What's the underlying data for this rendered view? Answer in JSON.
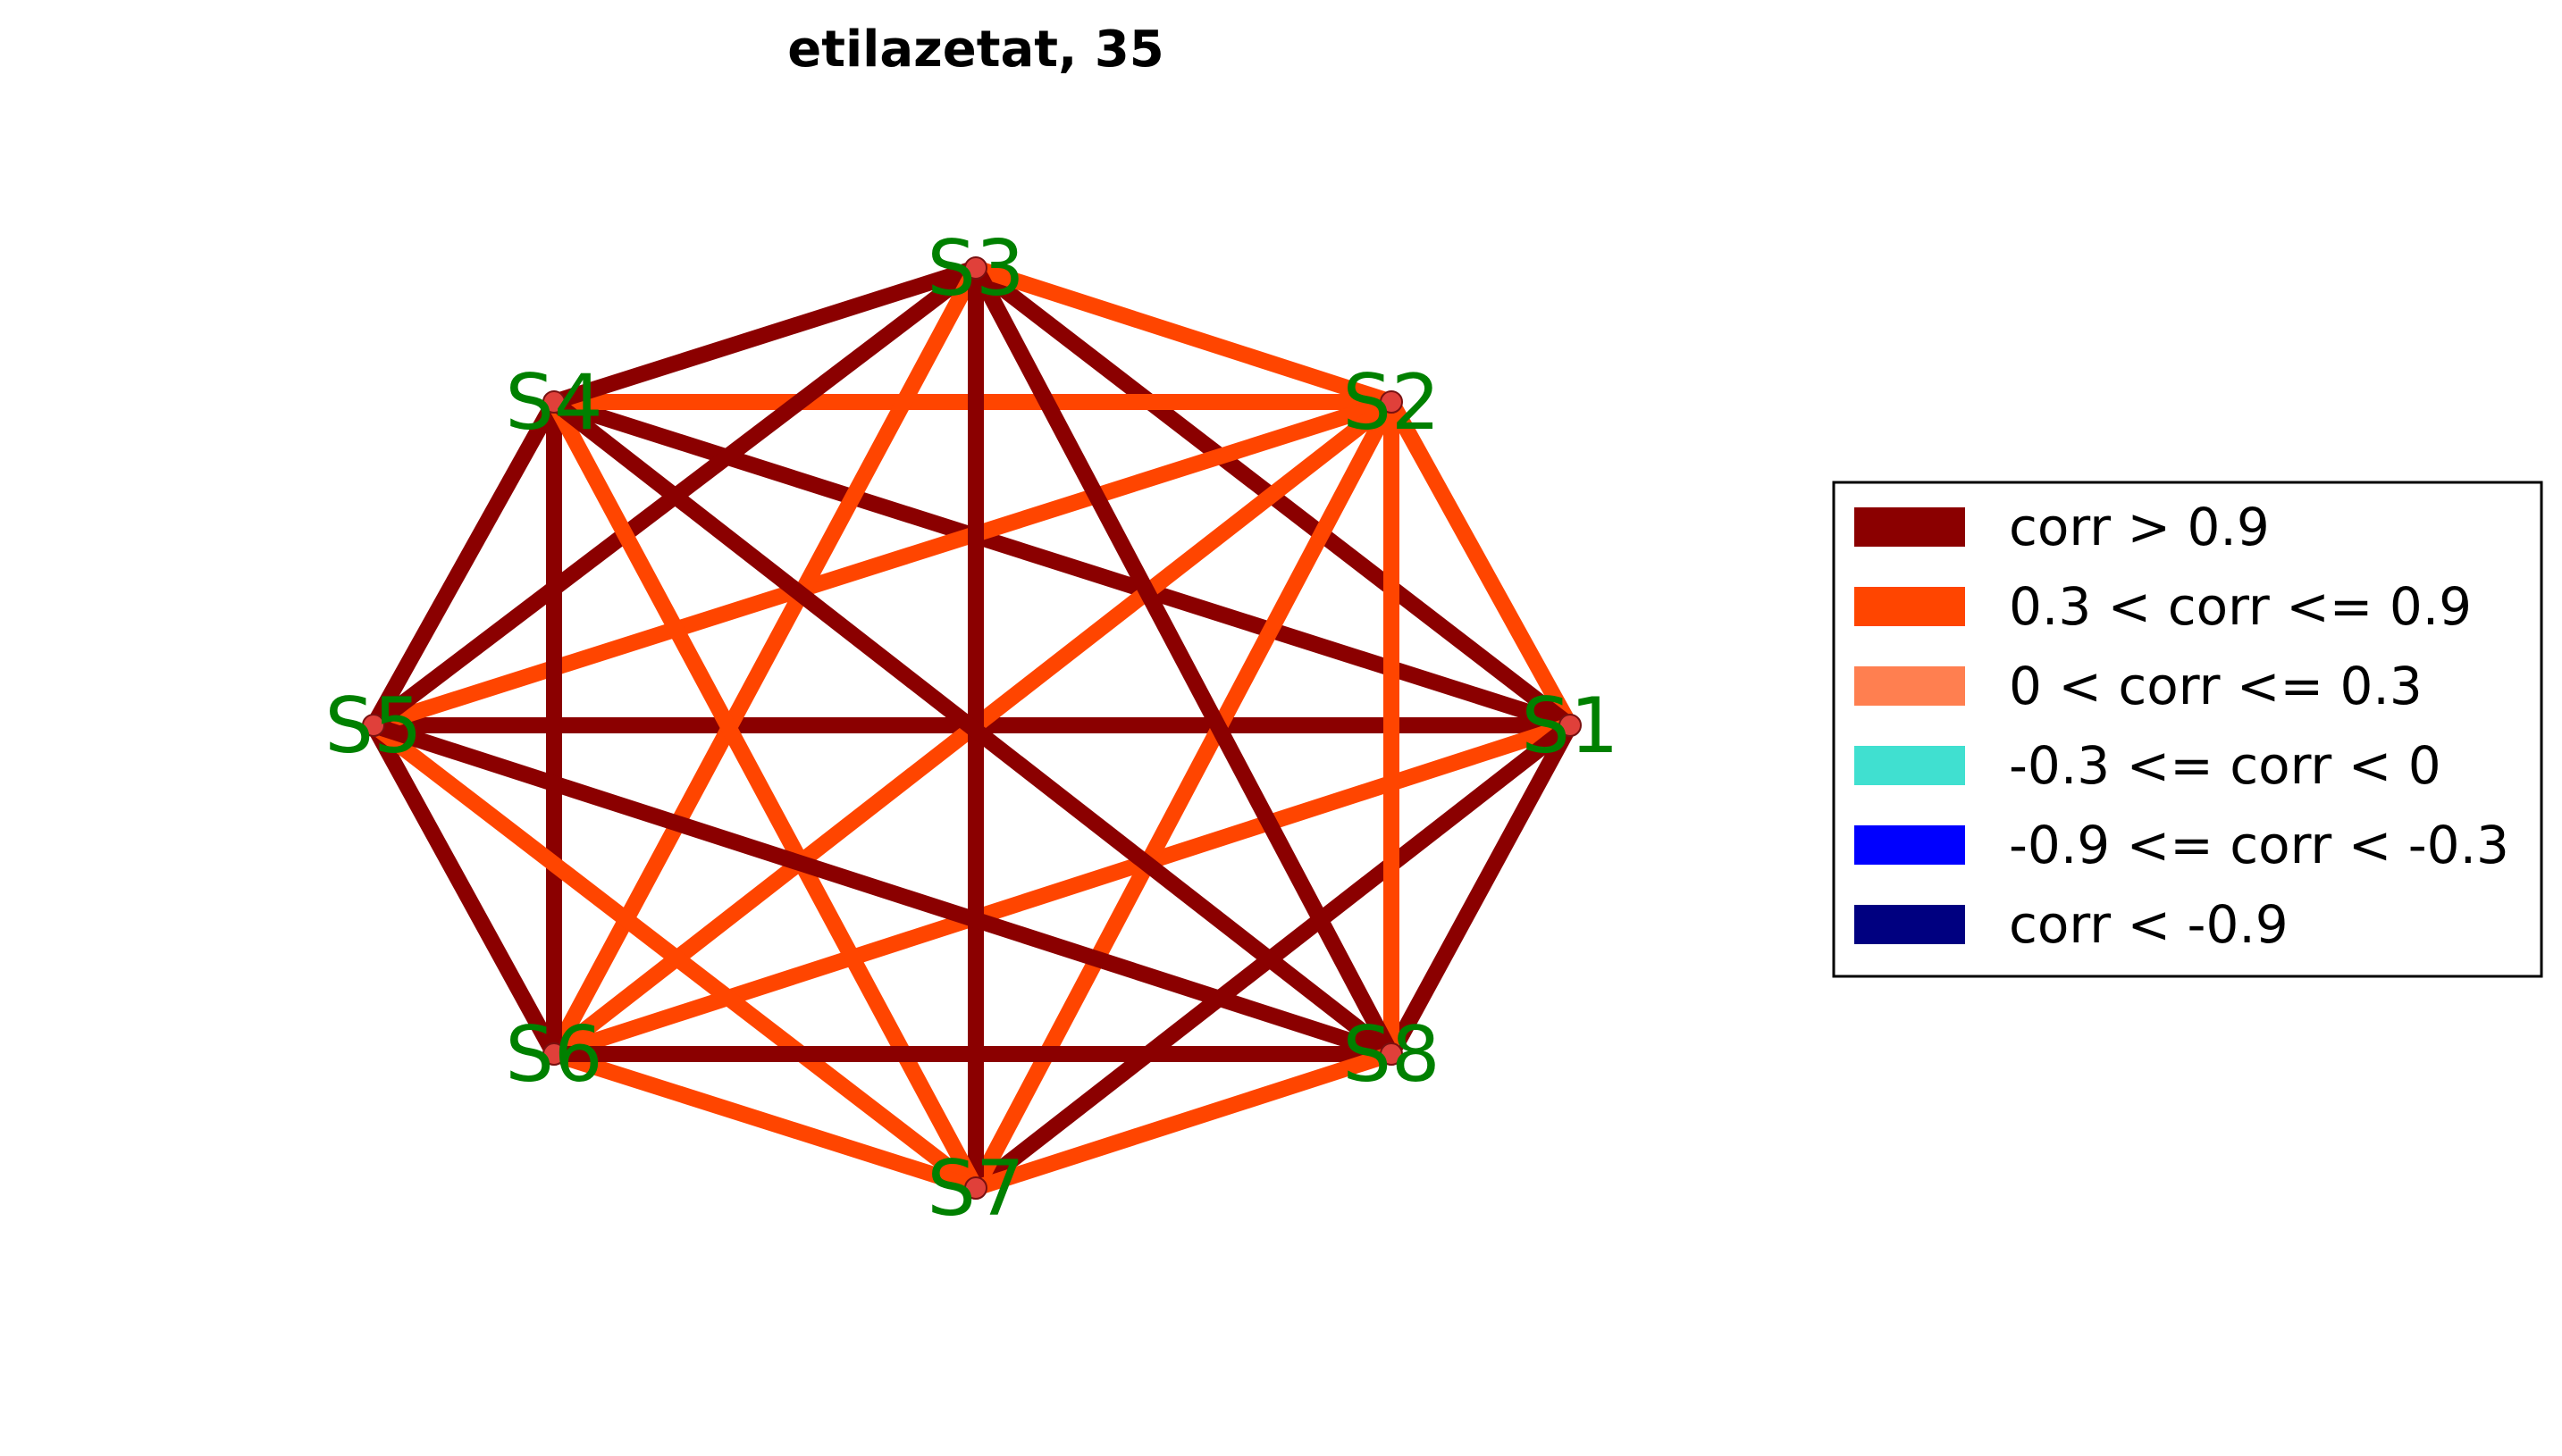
{
  "title": "etilazetat, 35",
  "nodes": [
    {
      "id": "S1",
      "label": "S1"
    },
    {
      "id": "S2",
      "label": "S2"
    },
    {
      "id": "S3",
      "label": "S3"
    },
    {
      "id": "S4",
      "label": "S4"
    },
    {
      "id": "S5",
      "label": "S5"
    },
    {
      "id": "S6",
      "label": "S6"
    },
    {
      "id": "S7",
      "label": "S7"
    },
    {
      "id": "S8",
      "label": "S8"
    }
  ],
  "colors": {
    "strong_pos": "#8b0000",
    "mid_pos": "#ff4500",
    "weak_pos": "#ff7f50",
    "weak_neg": "#40e0d0",
    "mid_neg": "#0000ff",
    "strong_neg": "#000080",
    "node_label": "#008000"
  },
  "edges": [
    {
      "source": "S1",
      "target": "S2",
      "category": "mid_pos"
    },
    {
      "source": "S1",
      "target": "S3",
      "category": "strong_pos"
    },
    {
      "source": "S1",
      "target": "S4",
      "category": "strong_pos"
    },
    {
      "source": "S1",
      "target": "S5",
      "category": "strong_pos"
    },
    {
      "source": "S1",
      "target": "S6",
      "category": "mid_pos"
    },
    {
      "source": "S1",
      "target": "S7",
      "category": "strong_pos"
    },
    {
      "source": "S1",
      "target": "S8",
      "category": "strong_pos"
    },
    {
      "source": "S2",
      "target": "S3",
      "category": "mid_pos"
    },
    {
      "source": "S2",
      "target": "S4",
      "category": "mid_pos"
    },
    {
      "source": "S2",
      "target": "S5",
      "category": "mid_pos"
    },
    {
      "source": "S2",
      "target": "S6",
      "category": "mid_pos"
    },
    {
      "source": "S2",
      "target": "S7",
      "category": "mid_pos"
    },
    {
      "source": "S2",
      "target": "S8",
      "category": "mid_pos"
    },
    {
      "source": "S3",
      "target": "S4",
      "category": "strong_pos"
    },
    {
      "source": "S3",
      "target": "S5",
      "category": "strong_pos"
    },
    {
      "source": "S3",
      "target": "S6",
      "category": "mid_pos"
    },
    {
      "source": "S3",
      "target": "S7",
      "category": "strong_pos"
    },
    {
      "source": "S3",
      "target": "S8",
      "category": "strong_pos"
    },
    {
      "source": "S4",
      "target": "S5",
      "category": "strong_pos"
    },
    {
      "source": "S4",
      "target": "S6",
      "category": "strong_pos"
    },
    {
      "source": "S4",
      "target": "S7",
      "category": "mid_pos"
    },
    {
      "source": "S4",
      "target": "S8",
      "category": "strong_pos"
    },
    {
      "source": "S5",
      "target": "S6",
      "category": "strong_pos"
    },
    {
      "source": "S5",
      "target": "S7",
      "category": "mid_pos"
    },
    {
      "source": "S5",
      "target": "S8",
      "category": "strong_pos"
    },
    {
      "source": "S6",
      "target": "S7",
      "category": "mid_pos"
    },
    {
      "source": "S6",
      "target": "S8",
      "category": "strong_pos"
    },
    {
      "source": "S7",
      "target": "S8",
      "category": "mid_pos"
    }
  ],
  "legend": [
    {
      "category": "strong_pos",
      "label": "corr > 0.9"
    },
    {
      "category": "mid_pos",
      "label": "0.3 < corr <= 0.9"
    },
    {
      "category": "weak_pos",
      "label": "0 < corr <= 0.3"
    },
    {
      "category": "weak_neg",
      "label": "-0.3 <= corr < 0"
    },
    {
      "category": "mid_neg",
      "label": "-0.9 <= corr < -0.3"
    },
    {
      "category": "strong_neg",
      "label": "corr < -0.9"
    }
  ]
}
